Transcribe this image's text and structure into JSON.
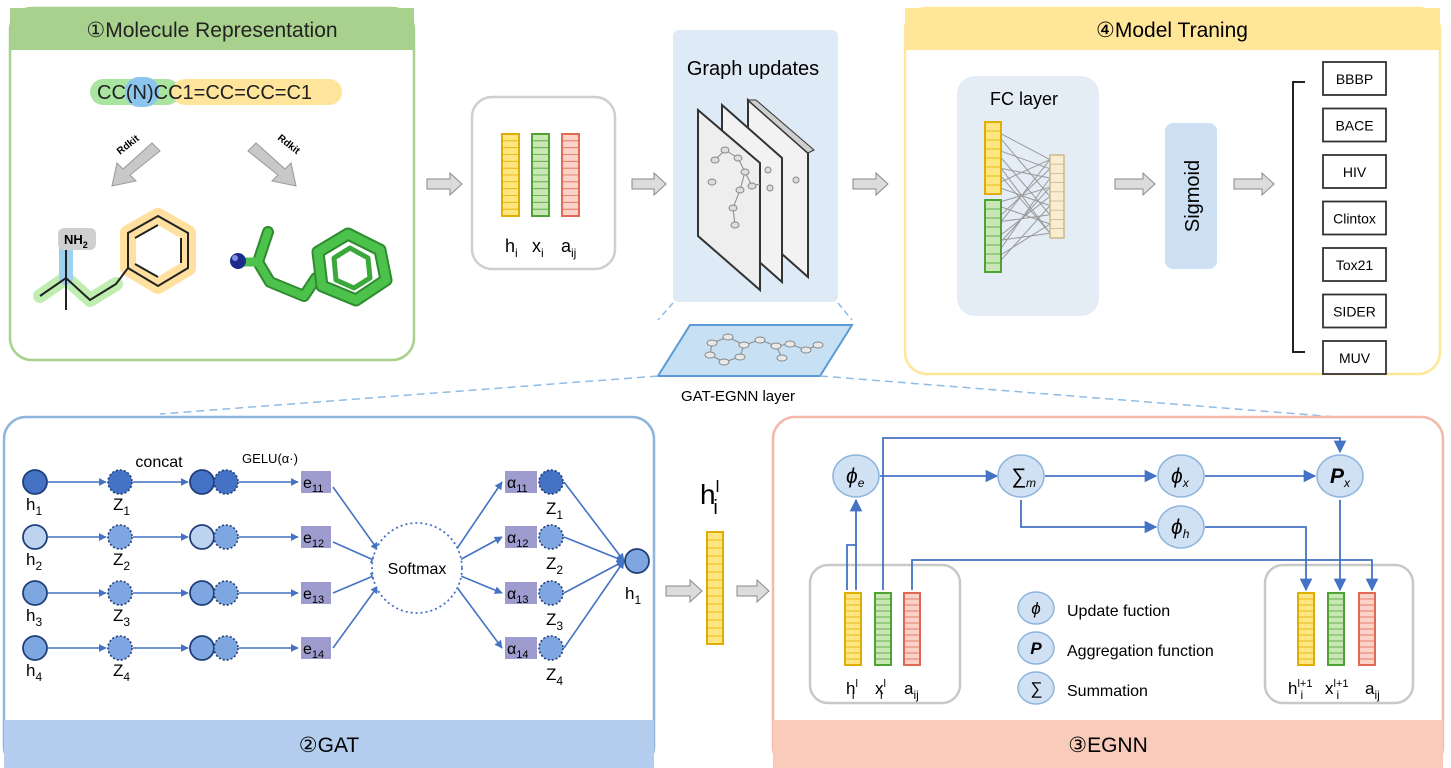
{
  "panels": {
    "molecule": {
      "title": "①Molecule  Representation"
    },
    "training": {
      "title": "④Model Traning"
    },
    "gat": {
      "title": "②GAT"
    },
    "egnn": {
      "title": "③EGNN"
    }
  },
  "colors": {
    "green_header": "#a9d18e",
    "yellow_header": "#ffe699",
    "blue_header": "#b4cdee",
    "pink_header": "#f8cbbb",
    "node_blue": "#4472c4",
    "arrow_blue": "#4472c4",
    "attention_purple": "#9e9ccf"
  },
  "smiles": {
    "left": "CC(",
    "mid": "N",
    "right_a": ")C",
    "right_b": "C1=CC=CC=C1"
  },
  "rdkit": "Rdkit",
  "nh2": {
    "main": "NH",
    "sub": "2"
  },
  "features": {
    "h": {
      "main": "h",
      "sub": "i"
    },
    "x": {
      "main": "x",
      "sub": "i"
    },
    "a": {
      "main": "a",
      "sub": "ij"
    }
  },
  "graph_updates": {
    "title": "Graph updates",
    "layer_label": "GAT-EGNN layer"
  },
  "fc": {
    "label": "FC  layer",
    "sigmoid": "Sigmoid"
  },
  "datasets": [
    "BBBP",
    "BACE",
    "HIV",
    "Clintox",
    "Tox21",
    "SIDER",
    "MUV"
  ],
  "gat": {
    "concat": "concat",
    "gelu": "GELU(α·)",
    "softmax": "Softmax",
    "h_labels": [
      {
        "main": "h",
        "sub": "1"
      },
      {
        "main": "h",
        "sub": "2"
      },
      {
        "main": "h",
        "sub": "3"
      },
      {
        "main": "h",
        "sub": "4"
      }
    ],
    "z_labels": [
      {
        "main": "Z",
        "sub": "1"
      },
      {
        "main": "Z",
        "sub": "2"
      },
      {
        "main": "Z",
        "sub": "3"
      },
      {
        "main": "Z",
        "sub": "4"
      }
    ],
    "e_labels": [
      {
        "main": "e",
        "sub": "11"
      },
      {
        "main": "e",
        "sub": "12"
      },
      {
        "main": "e",
        "sub": "13"
      },
      {
        "main": "e",
        "sub": "14"
      }
    ],
    "alpha_labels": [
      {
        "main": "α",
        "sub": "11"
      },
      {
        "main": "α",
        "sub": "12"
      },
      {
        "main": "α",
        "sub": "13"
      },
      {
        "main": "α",
        "sub": "14"
      }
    ],
    "out_label": {
      "main": "h",
      "sub": "1"
    }
  },
  "hl": {
    "main": "h",
    "sup": "l",
    "sub": "i"
  },
  "egnn": {
    "phi_e": {
      "main": "ϕ",
      "sub": "e"
    },
    "sum_m": {
      "main": "∑",
      "sub": "m"
    },
    "phi_x": {
      "main": "ϕ",
      "sub": "x"
    },
    "p_x": {
      "main": "P",
      "sub": "x"
    },
    "phi_h": {
      "main": "ϕ",
      "sub": "h"
    },
    "in_labels": [
      {
        "main": "h",
        "sub": "i",
        "sup": "l"
      },
      {
        "main": "x",
        "sub": "i",
        "sup": "l"
      },
      {
        "main": "a",
        "sub": "ij",
        "sup": ""
      }
    ],
    "out_labels": [
      {
        "main": "h",
        "sub": "i",
        "sup": "l+1"
      },
      {
        "main": "x",
        "sub": "i",
        "sup": "l+1"
      },
      {
        "main": "a",
        "sub": "ij",
        "sup": ""
      }
    ],
    "legend": [
      {
        "symbol": "ϕ",
        "text": "Update fuction"
      },
      {
        "symbol": "P",
        "text": "Aggregation function"
      },
      {
        "symbol": "∑",
        "text": "Summation"
      }
    ]
  }
}
